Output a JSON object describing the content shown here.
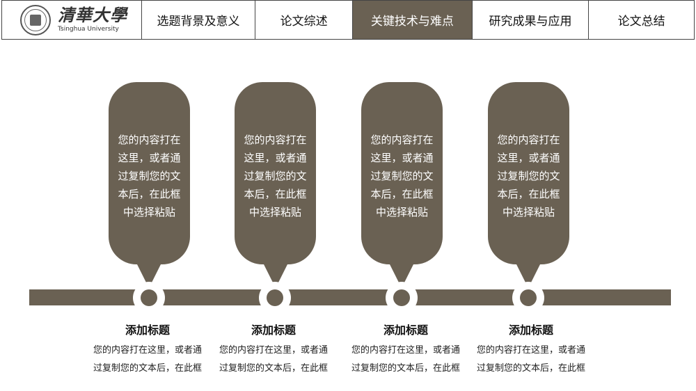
{
  "logo": {
    "cn": "清華大學",
    "en": "Tsinghua University",
    "icon": "university-seal-icon"
  },
  "nav": {
    "tabs": [
      {
        "label": "选题背景及意义"
      },
      {
        "label": "论文综述"
      },
      {
        "label": "关键技术与难点"
      },
      {
        "label": "研究成果与应用"
      },
      {
        "label": "论文总结"
      }
    ],
    "active_index": 2
  },
  "colors": {
    "accent": "#6a6153",
    "background": "#ffffff"
  },
  "items": [
    {
      "bubble_lines": [
        "您的内容打在",
        "这里，或者通",
        "过复制您的文",
        "本后，在此框",
        "中选择粘贴"
      ],
      "title": "添加标题",
      "body_lines": [
        "您的内容打在这里，或者通",
        "过复制您的文本后，在此框"
      ]
    },
    {
      "bubble_lines": [
        "您的内容打在",
        "这里，或者通",
        "过复制您的文",
        "本后，在此框",
        "中选择粘贴"
      ],
      "title": "添加标题",
      "body_lines": [
        "您的内容打在这里，或者通",
        "过复制您的文本后，在此框"
      ]
    },
    {
      "bubble_lines": [
        "您的内容打在",
        "这里，或者通",
        "过复制您的文",
        "本后，在此框",
        "中选择粘贴"
      ],
      "title": "添加标题",
      "body_lines": [
        "您的内容打在这里，或者通",
        "过复制您的文本后，在此框"
      ]
    },
    {
      "bubble_lines": [
        "您的内容打在",
        "这里，或者通",
        "过复制您的文",
        "本后，在此框",
        "中选择粘贴"
      ],
      "title": "添加标题",
      "body_lines": [
        "您的内容打在这里，或者通",
        "过复制您的文本后，在此框"
      ]
    }
  ]
}
